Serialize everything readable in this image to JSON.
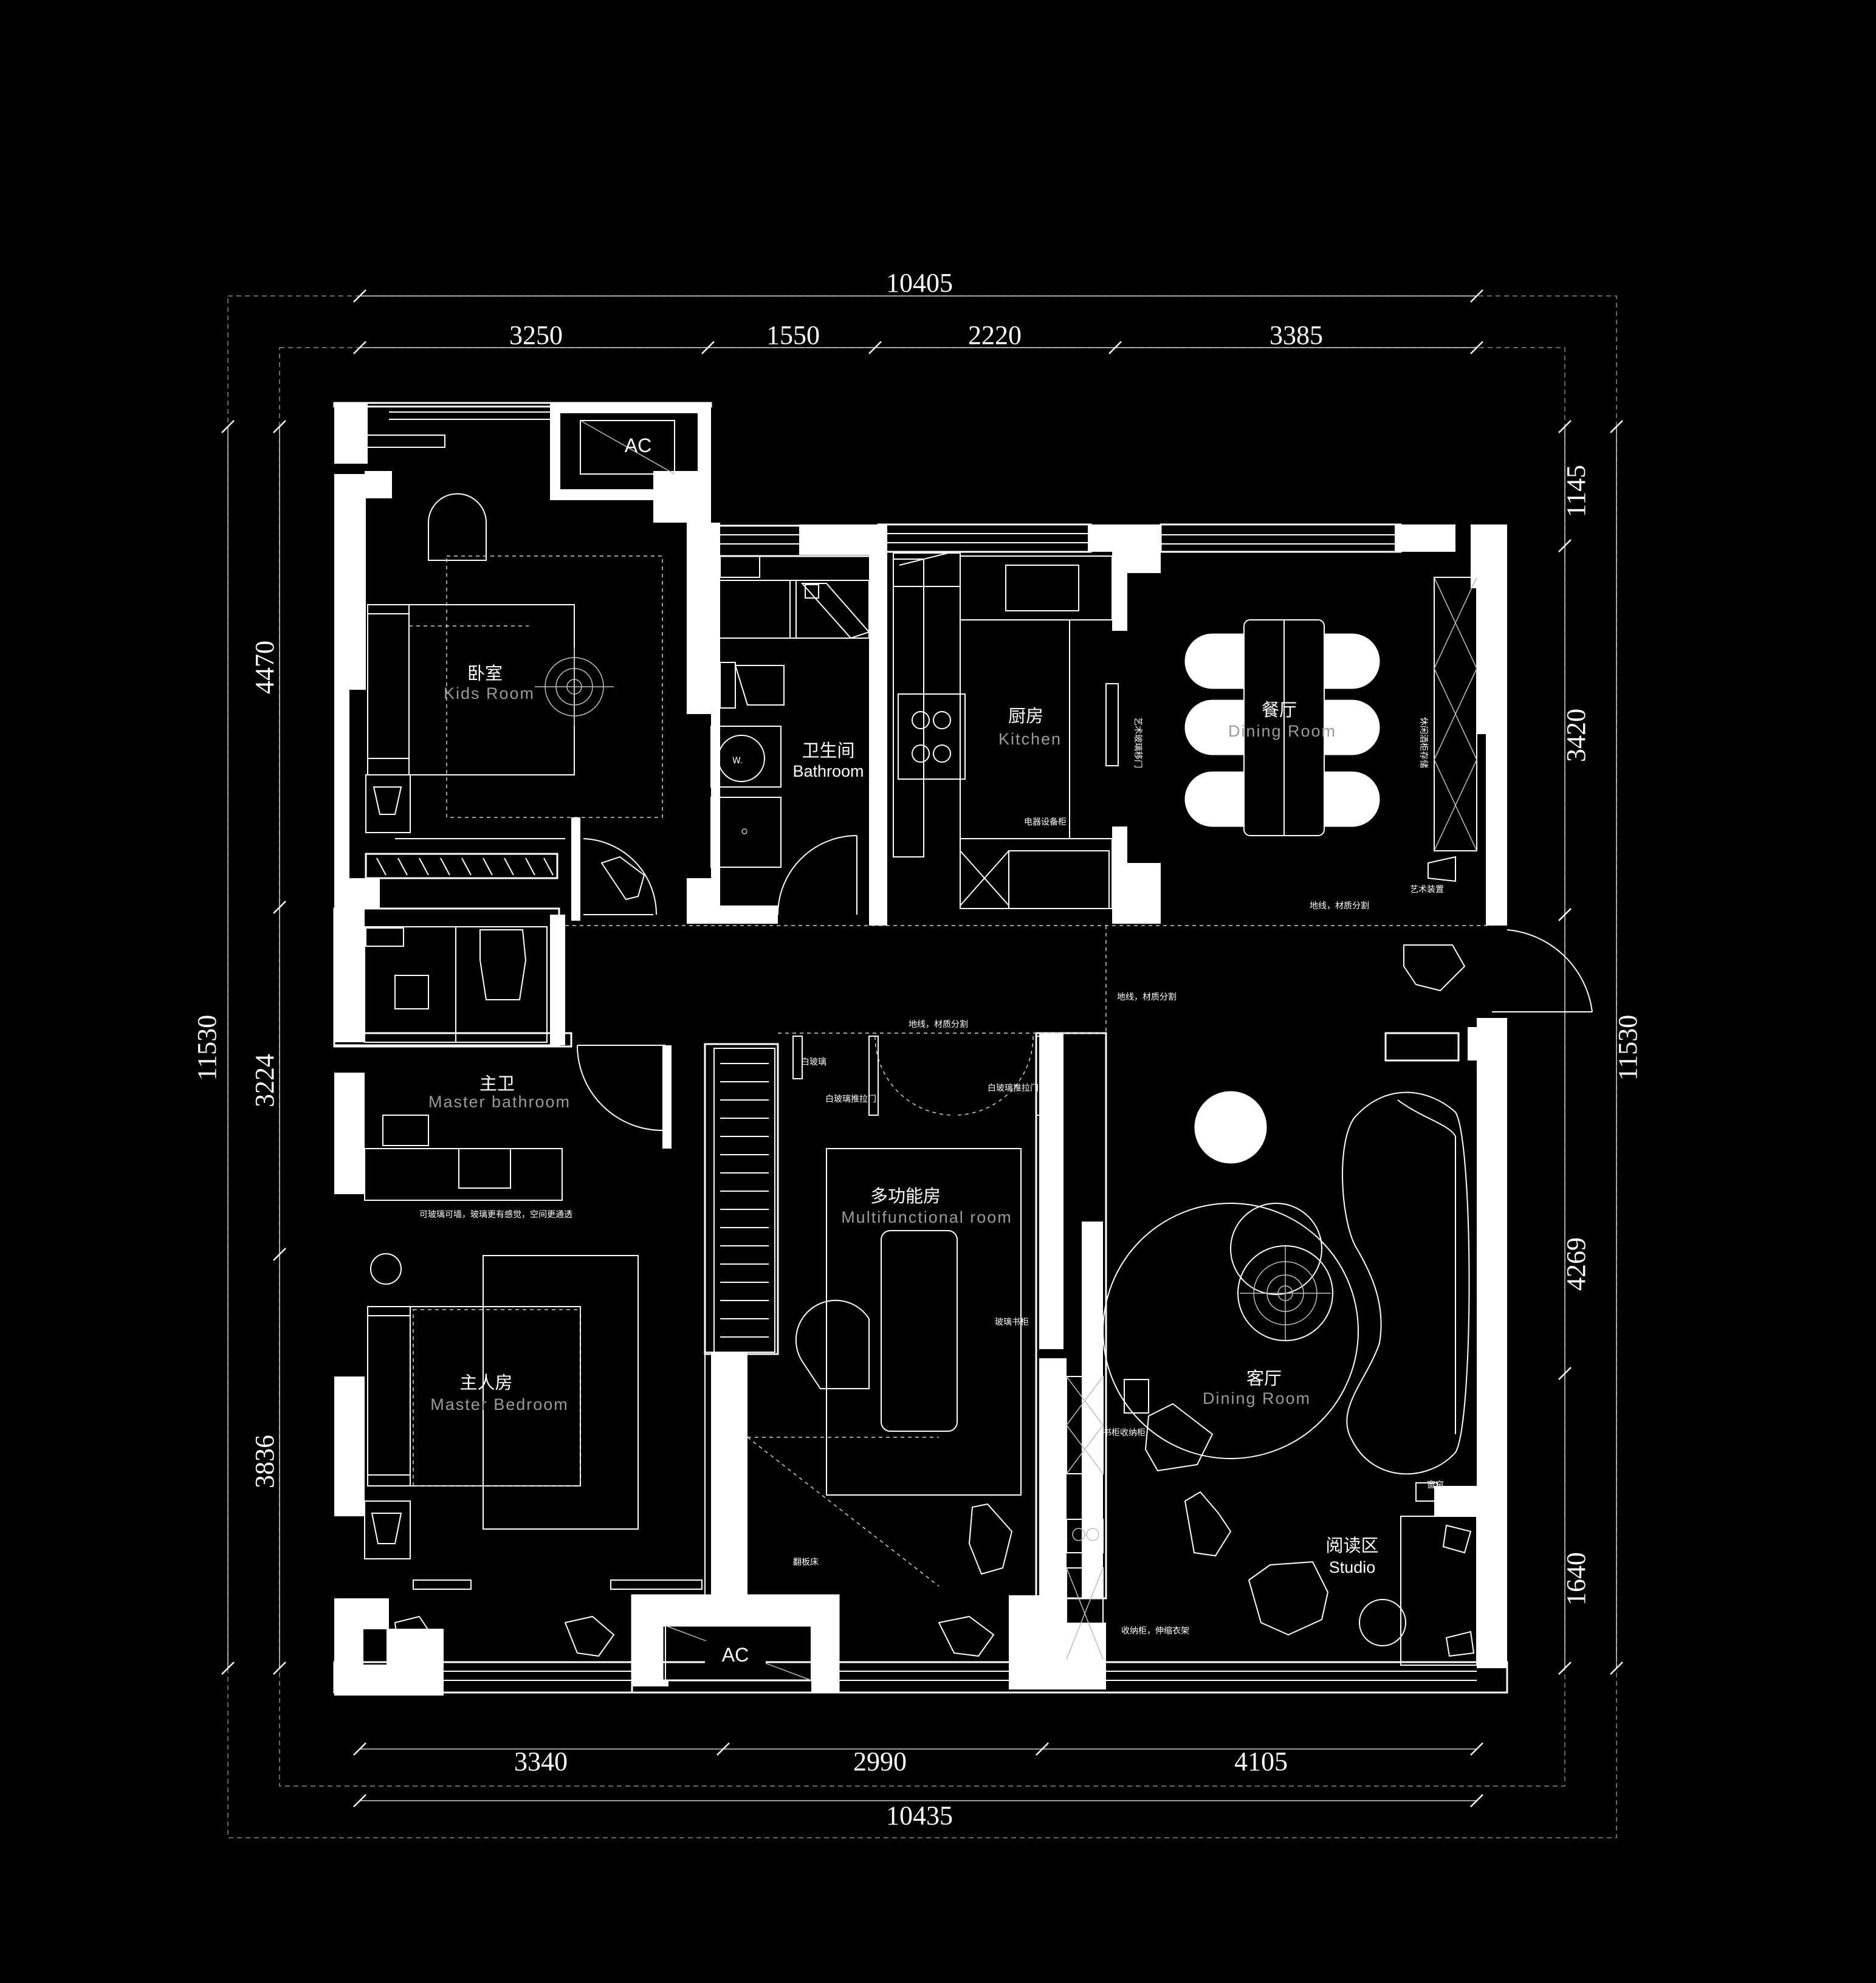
{
  "colors": {
    "background": "#000000",
    "lines": "#ffffff"
  },
  "dimensions": {
    "top_total": "10405",
    "top_segments": [
      "3250",
      "1550",
      "2220",
      "3385"
    ],
    "bottom_total": "10435",
    "bottom_segments": [
      "3340",
      "2990",
      "4105"
    ],
    "left_total": "11530",
    "left_segments": [
      "4470",
      "3224",
      "3836"
    ],
    "right_total": "11530",
    "right_segments": [
      "1145",
      "3420",
      "4269",
      "1640"
    ]
  },
  "rooms": {
    "kids_room": {
      "cn": "卧室",
      "en": "Kids Room"
    },
    "bathroom": {
      "cn": "卫生间",
      "en": "Bathroom"
    },
    "kitchen": {
      "cn": "厨房",
      "en": "Kitchen"
    },
    "dining": {
      "cn": "餐厅",
      "en": "Dining Room"
    },
    "master_bath": {
      "cn": "主卫",
      "en": "Master bathroom"
    },
    "multi": {
      "cn": "多功能房",
      "en": "Multifunctional room"
    },
    "master_bed": {
      "cn": "主人房",
      "en": "Master Bedroom"
    },
    "living": {
      "cn": "客厅",
      "en": "Dining Room"
    },
    "studio": {
      "cn": "阅读区",
      "en": "Studio"
    }
  },
  "labels": {
    "ac_top": "AC",
    "ac_bottom": "AC",
    "washer": "W."
  },
  "notes": {
    "floor_split_a": "地线，材质分割",
    "floor_split_b": "地线，材质分割",
    "floor_split_c": "地线，材质分割",
    "glass_note": "可玻璃可墙，玻璃更有感觉，空间更通透",
    "glass_door_a": "白玻璃",
    "glass_door_b": "白玻璃推拉门",
    "glass_door_c": "白玻璃推拉门",
    "glass_bookshelf": "玻璃书柜",
    "kitchen_glass_door": "艺术玻璃移门",
    "appliance_cabinet": "电器设备柜",
    "wine_cabinet": "休闲酒柜存储",
    "art_decor": "艺术装置",
    "bookshelf": "书柜收纳柜",
    "folding_bed": "翻板床",
    "storage_shoe": "收纳柜，伸缩衣架",
    "curtain": "窗帘"
  }
}
